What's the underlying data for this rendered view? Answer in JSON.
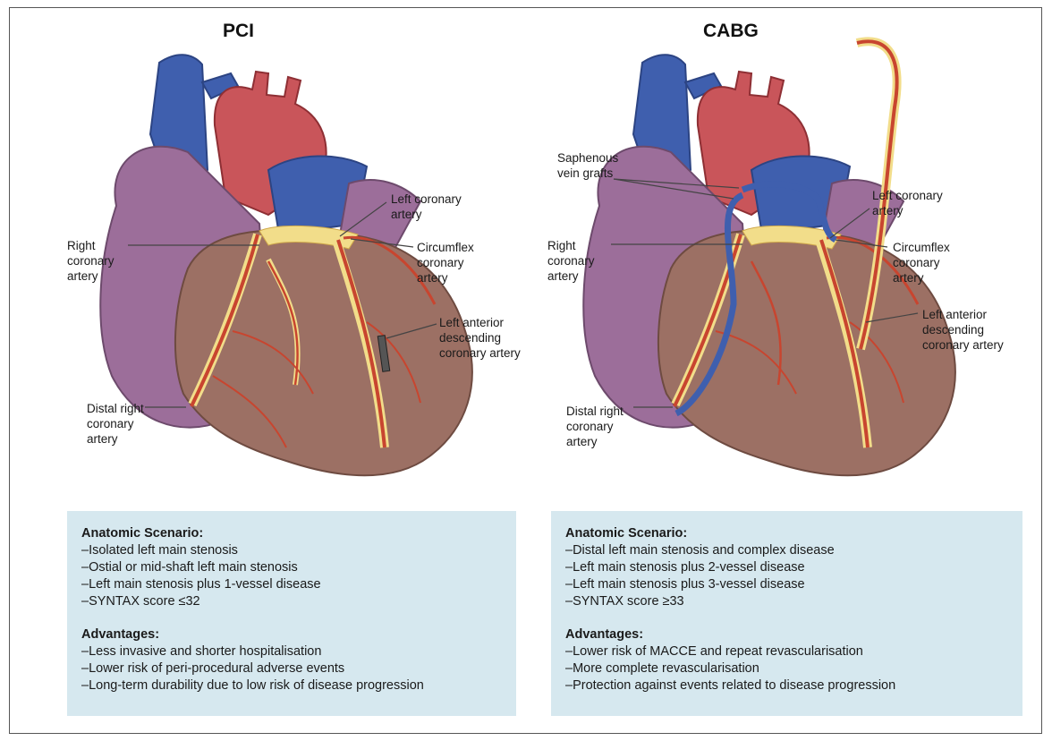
{
  "panels": [
    {
      "title": "PCI",
      "labels": {
        "left_coronary": "Left coronary\nartery",
        "right_coronary": "Right\ncoronary\nartery",
        "circumflex": "Circumflex\ncoronary\nartery",
        "lad": "Left anterior\ndescending\ncoronary artery",
        "distal_right": "Distal right\ncoronary\nartery"
      },
      "box": {
        "heading1": "Anatomic Scenario:",
        "scenario": [
          "Isolated left main stenosis",
          "Ostial or mid-shaft left main stenosis",
          "Left main stenosis plus 1-vessel disease",
          "SYNTAX score ≤32"
        ],
        "heading2": "Advantages:",
        "advantages": [
          "Less invasive and shorter hospitalisation",
          "Lower risk of peri-procedural adverse events",
          "Long-term durability due to low risk of disease progression"
        ]
      }
    },
    {
      "title": "CABG",
      "labels": {
        "saphenous": "Saphenous\nvein grafts",
        "left_coronary": "Left coronary\nartery",
        "right_coronary": "Right\ncoronary\nartery",
        "circumflex": "Circumflex\ncoronary\nartery",
        "lad": "Left anterior\ndescending\ncoronary artery",
        "distal_right": "Distal right\ncoronary\nartery"
      },
      "box": {
        "heading1": "Anatomic Scenario:",
        "scenario": [
          "Distal left main stenosis and complex disease",
          "Left main stenosis plus 2-vessel disease",
          "Left main stenosis plus 3-vessel disease",
          "SYNTAX score ≥33"
        ],
        "heading2": "Advantages:",
        "advantages": [
          "Lower risk of MACCE and repeat revascularisation",
          "More complete revascularisation",
          "Protection against events related to disease progression"
        ]
      }
    }
  ],
  "colors": {
    "vein_blue": "#3f5fae",
    "aorta_red": "#c9555a",
    "atrium_purple": "#9c6e9a",
    "ventricle_brown": "#9c7064",
    "fat_yellow": "#f2dd8a",
    "artery_red": "#c8452f",
    "box_bg": "#d6e8ef"
  }
}
